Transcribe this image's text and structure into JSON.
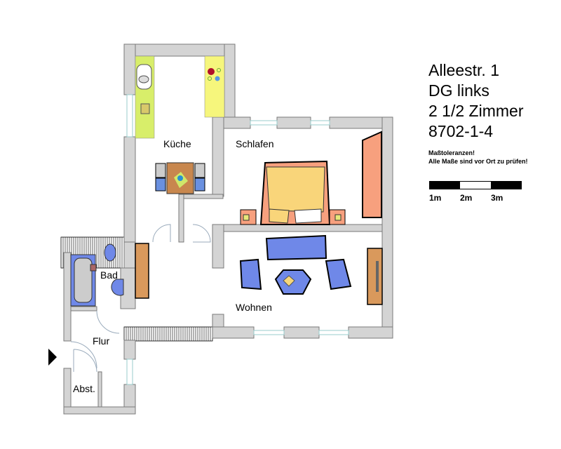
{
  "header": {
    "address": "Alleestr. 1",
    "floor": "DG links",
    "rooms": "2 1/2 Zimmer",
    "object_id": "8702-1-4"
  },
  "notice": {
    "line1": "Maßtoleranzen!",
    "line2": "Alle Maße sind vor Ort zu prüfen!"
  },
  "scale": {
    "labels": [
      "1m",
      "2m",
      "3m"
    ],
    "colors": [
      "#000000",
      "#ffffff",
      "#000000"
    ]
  },
  "rooms": {
    "kitchen": "Küche",
    "bedroom": "Schlafen",
    "living": "Wohnen",
    "bath": "Bad",
    "hall": "Flur",
    "storage": "Abst."
  },
  "colors": {
    "wall": "#d4d4d4",
    "furniture_blue": "#6f88e8",
    "bed": "#f7a07e",
    "counter": "#f2f27a",
    "wood": "#d9995c"
  }
}
